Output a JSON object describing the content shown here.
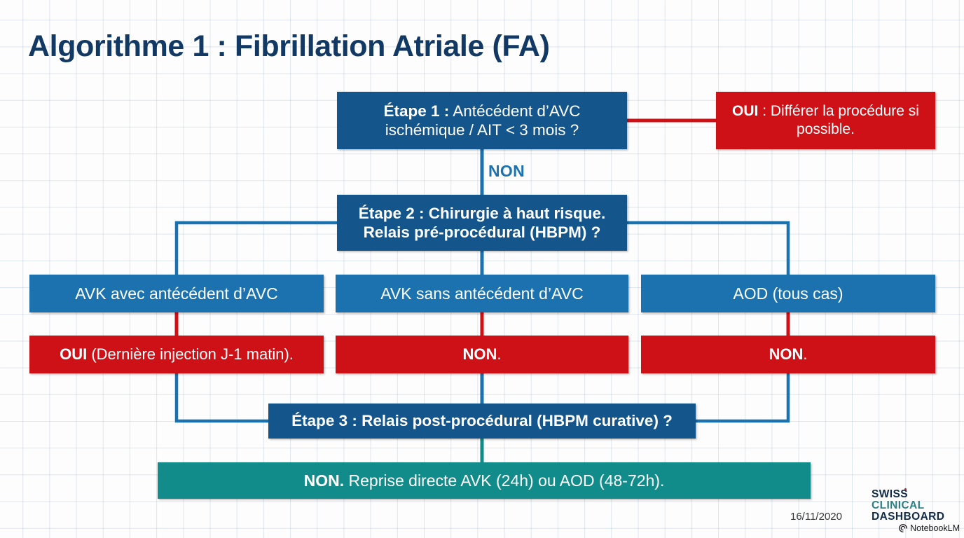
{
  "title": "Algorithme 1 : Fibrillation Atriale (FA)",
  "colors": {
    "navy": "#14558C",
    "blue": "#1C72AE",
    "red": "#CE1117",
    "teal": "#128C8A",
    "title_navy": "#113963",
    "logo_teal": "#2E7F82",
    "background": "#FDFDFD",
    "grid_line": "#96AFC8"
  },
  "nodes": {
    "step1": {
      "bold": "Étape 1 :",
      "rest": " Antécédent d’AVC ischémique / AIT < 3 mois ?",
      "full": "Étape 1 : Antécédent d’AVC ischémique / AIT < 3 mois ?"
    },
    "branch_oui": {
      "bold": "OUI",
      "rest": " : Différer la procédure si possible.",
      "full": "OUI : Différer la procédure si possible."
    },
    "edge_label_non": "NON",
    "step2": {
      "full": "Étape 2 : Chirurgie à haut risque. Relais pré-procédural (HBPM) ?",
      "line1": "Étape 2 : Chirurgie à haut risque.",
      "line2": "Relais pré-procédural (HBPM) ?"
    },
    "option1": "AVK avec antécédent d’AVC",
    "option2": "AVK sans antécédent d’AVC",
    "option3": "AOD (tous cas)",
    "answer1": {
      "bold": "OUI",
      "rest": " (Dernière injection J-1 matin).",
      "full": "OUI (Dernière injection J-1 matin)."
    },
    "answer2": {
      "bold": "NON",
      "rest": ".",
      "full": "NON."
    },
    "answer3": {
      "bold": "NON",
      "rest": ".",
      "full": "NON."
    },
    "step3": {
      "full": "Étape 3 : Relais post-procédural (HBPM curative) ?"
    },
    "final": {
      "bold": "NON.",
      "rest": " Reprise directe AVK (24h) ou AOD (48-72h).",
      "full": "NON. Reprise directe AVK (24h) ou AOD (48-72h)."
    }
  },
  "footer": {
    "date": "16/11/2020",
    "logo_line1": "SWISS",
    "logo_line2": "CLINICAL",
    "logo_line3": "DASHBOARD",
    "logo_notebook": "NotebookLM",
    "logo_notebook_icon": "spiral-icon"
  }
}
